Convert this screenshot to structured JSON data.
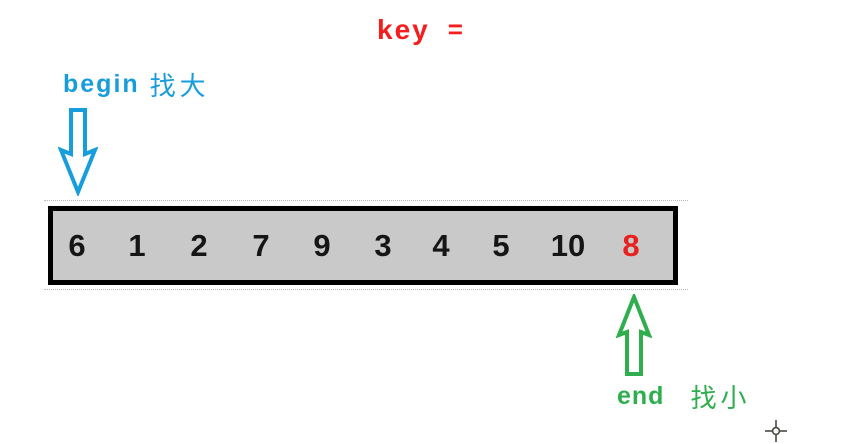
{
  "header": {
    "key_label": "key",
    "equals_sign": "="
  },
  "pointers": {
    "begin": {
      "label": "begin",
      "annotation": "找大"
    },
    "end": {
      "label": "end",
      "annotation": "找小"
    }
  },
  "array": {
    "values": [
      "6",
      "1",
      "2",
      "7",
      "9",
      "3",
      "4",
      "5",
      "10",
      "8"
    ],
    "highlight_index": 9
  },
  "colors": {
    "key_red": "#F51D1D",
    "highlight_red": "#E8201E",
    "begin_blue": "#189DDC",
    "end_green": "#2FAE4E",
    "box_fill": "#C9C9C9",
    "box_border": "#000000",
    "number_color": "#151515",
    "cursor_gray": "#4A4A42"
  }
}
